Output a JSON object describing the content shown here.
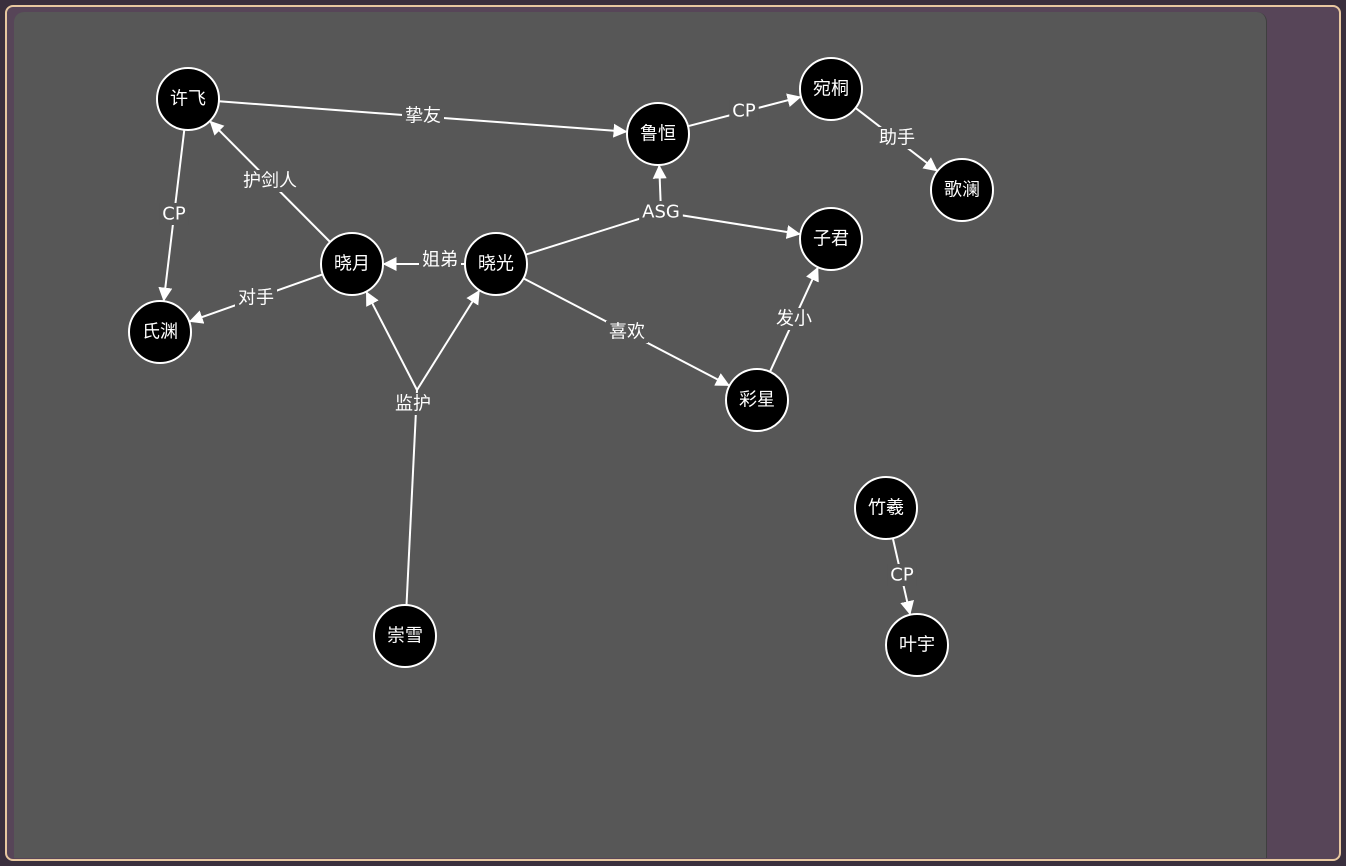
{
  "colors": {
    "page_background": "#574558",
    "frame_border": "#e8c8a0",
    "canvas_background": "#575757",
    "node_fill": "#000000",
    "node_stroke": "#ffffff",
    "edge_color": "#ffffff",
    "text_color": "#ffffff"
  },
  "graph": {
    "nodes": [
      {
        "id": "xufei",
        "label": "许飞"
      },
      {
        "id": "minyuan",
        "label": "氏渊"
      },
      {
        "id": "xiaoyue",
        "label": "晓月"
      },
      {
        "id": "xiaoguang",
        "label": "晓光"
      },
      {
        "id": "luheng",
        "label": "鲁恒"
      },
      {
        "id": "wantong",
        "label": "宛桐"
      },
      {
        "id": "gelan",
        "label": "歌澜"
      },
      {
        "id": "zijun",
        "label": "子君"
      },
      {
        "id": "caixing",
        "label": "彩星"
      },
      {
        "id": "chongxue",
        "label": "崇雪"
      },
      {
        "id": "zhuxi",
        "label": "竹羲"
      },
      {
        "id": "yeyu",
        "label": "叶宇"
      }
    ],
    "edges": [
      {
        "id": "e1",
        "from": "xufei",
        "to": "luheng",
        "label": "挚友"
      },
      {
        "id": "e2",
        "from": "xufei",
        "to": "minyuan",
        "label": "CP"
      },
      {
        "id": "e3",
        "from": "xiaoyue",
        "to": "xufei",
        "label": "护剑人"
      },
      {
        "id": "e4",
        "from": "xiaoyue",
        "to": "minyuan",
        "label": "对手"
      },
      {
        "id": "e5",
        "from": "xiaoguang",
        "to": "xiaoyue",
        "label": "姐弟"
      },
      {
        "id": "e6",
        "from": "xiaoguang",
        "to": "luheng",
        "label": "ASG"
      },
      {
        "id": "e7",
        "from": "xiaoguang",
        "to": "zijun",
        "label": "ASG"
      },
      {
        "id": "e8",
        "from": "luheng",
        "to": "wantong",
        "label": "CP"
      },
      {
        "id": "e9",
        "from": "wantong",
        "to": "gelan",
        "label": "助手"
      },
      {
        "id": "e10",
        "from": "xiaoguang",
        "to": "caixing",
        "label": "喜欢"
      },
      {
        "id": "e11",
        "from": "caixing",
        "to": "zijun",
        "label": "发小"
      },
      {
        "id": "e12",
        "from": "chongxue",
        "to": "xiaoyue",
        "label": "监护"
      },
      {
        "id": "e13",
        "from": "chongxue",
        "to": "xiaoguang",
        "label": "监护"
      },
      {
        "id": "e14",
        "from": "zhuxi",
        "to": "yeyu",
        "label": "CP"
      }
    ]
  }
}
